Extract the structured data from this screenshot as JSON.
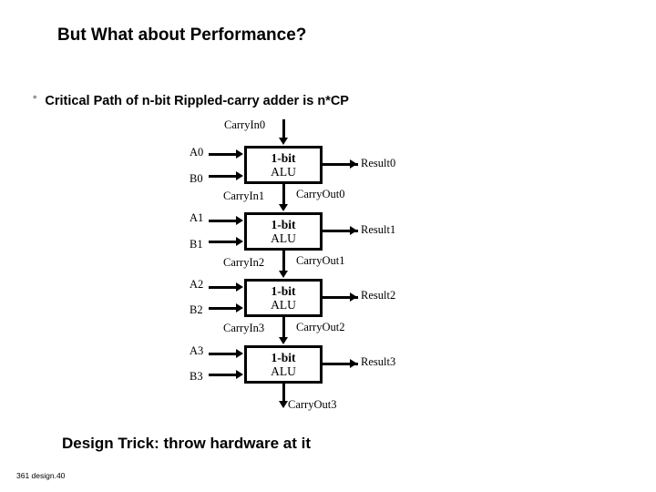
{
  "slide": {
    "title": "But What about Performance?",
    "bullet_marker": "°",
    "bullet_text": "Critical Path of n-bit Rippled-carry adder is n*CP",
    "design_trick": "Design Trick: throw hardware at it",
    "footer": "361 design.40"
  },
  "diagram": {
    "type": "block-diagram",
    "description": "4-bit ripple-carry adder built from four cascaded 1-bit ALU blocks",
    "top_carry_in": "CarryIn0",
    "bottom_carry_out": "CarryOut3",
    "blocks": [
      {
        "line1": "1-bit",
        "line2": "ALU",
        "operand_a": "A0",
        "operand_b": "B0",
        "result": "Result0",
        "carry_in": "CarryIn0",
        "carry_out": "CarryOut0",
        "next_carry_in": "CarryIn1"
      },
      {
        "line1": "1-bit",
        "line2": "ALU",
        "operand_a": "A1",
        "operand_b": "B1",
        "result": "Result1",
        "carry_in": "CarryIn1",
        "carry_out": "CarryOut1",
        "next_carry_in": "CarryIn2"
      },
      {
        "line1": "1-bit",
        "line2": "ALU",
        "operand_a": "A2",
        "operand_b": "B2",
        "result": "Result2",
        "carry_in": "CarryIn2",
        "carry_out": "CarryOut2",
        "next_carry_in": "CarryIn3"
      },
      {
        "line1": "1-bit",
        "line2": "ALU",
        "operand_a": "A3",
        "operand_b": "B3",
        "result": "Result3",
        "carry_in": "CarryIn3",
        "carry_out": "CarryOut3",
        "next_carry_in": ""
      }
    ]
  }
}
